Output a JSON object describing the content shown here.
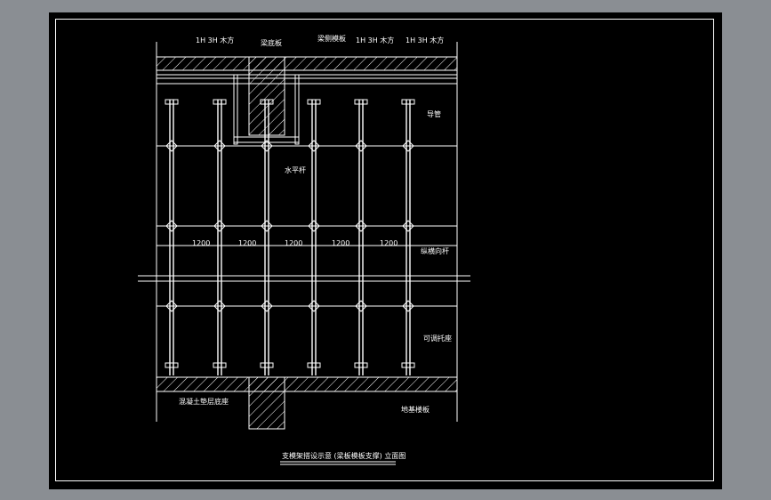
{
  "labels": {
    "top_left_timber": "1H 3H 木方",
    "top_beam": "梁底板",
    "top_beam_side": "梁侧模板",
    "top_mid_timber": "1H 3H 木方",
    "top_right_timber": "1H 3H 木方",
    "right_upper": "导管",
    "middle_vertical": "水平杆",
    "right_middle": "纵横向杆",
    "right_lower": "可调托座",
    "bottom_left": "混凝土垫层底座",
    "bottom_right": "地基楼板",
    "caption": "支模架搭设示意 (梁板模板支撑) 立面图"
  },
  "spacings": [
    "1200",
    "1200",
    "1200",
    "1200",
    "1200"
  ],
  "colors": {
    "background": "#8a8e93",
    "canvas": "#000000",
    "lines": "#ffffff"
  }
}
